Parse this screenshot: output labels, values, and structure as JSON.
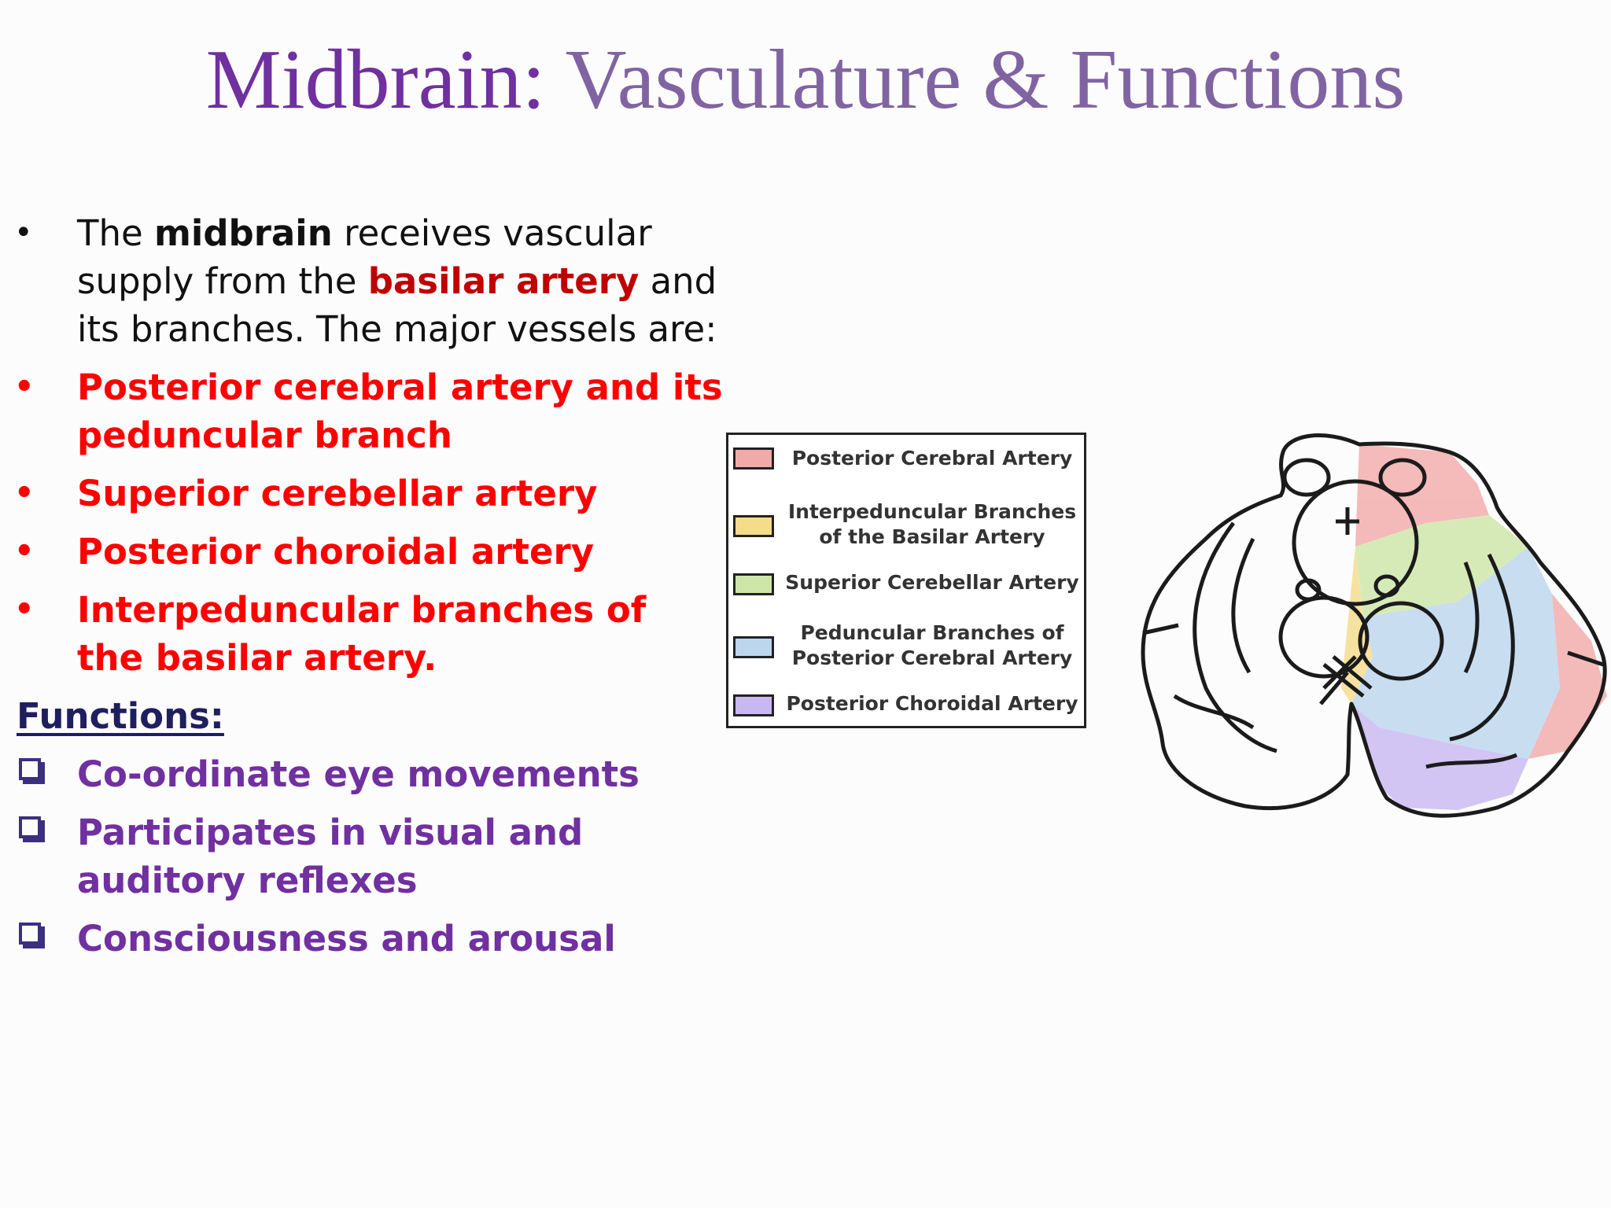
{
  "title": {
    "part1": "Midbrain:",
    "part2": "Vasculature & Functions"
  },
  "bullets": {
    "intro": {
      "pre": "The ",
      "bold": "midbrain",
      "mid": " receives vascular supply from the ",
      "artery": "basilar artery",
      "post": " and its branches. The major vessels are:"
    },
    "vessels": [
      "Posterior cerebral artery and its peduncular branch",
      "Superior cerebellar artery",
      "Posterior choroidal artery",
      "Interpeduncular branches of the basilar artery."
    ],
    "marker": "•"
  },
  "functions": {
    "heading": "Functions:",
    "items": [
      "Co-ordinate eye movements",
      "Participates in visual and auditory reflexes",
      "Consciousness and arousal"
    ]
  },
  "legend": [
    {
      "label": "Posterior Cerebral Artery",
      "color": "#f2a9a9"
    },
    {
      "label": "Interpeduncular Branches of the Basilar Artery",
      "color": "#f5dc8a"
    },
    {
      "label": "Superior Cerebellar Artery",
      "color": "#cde6a8"
    },
    {
      "label": "Peduncular Branches of Posterior Cerebral Artery",
      "color": "#bcd6ee"
    },
    {
      "label": "Posterior Choroidal Artery",
      "color": "#c8b8f2"
    }
  ],
  "colors": {
    "title_primary": "#7030a0",
    "title_secondary": "#8064a2",
    "vessel_red": "#ff0000",
    "artery_darkred": "#c00000",
    "function_purple": "#7030a0"
  }
}
